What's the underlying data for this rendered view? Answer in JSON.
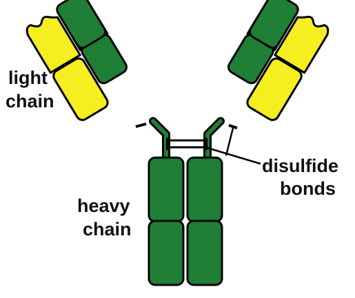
{
  "labels": {
    "light_chain_line1": "light",
    "light_chain_line2": "chain",
    "heavy_chain_line1": "heavy",
    "heavy_chain_line2": "chain",
    "disulfide_line1": "disulfide",
    "disulfide_line2": "bonds"
  },
  "colors": {
    "heavy_chain": "#1f7f36",
    "light_chain": "#f5ee20",
    "outline": "#000000",
    "text": "#111111"
  }
}
